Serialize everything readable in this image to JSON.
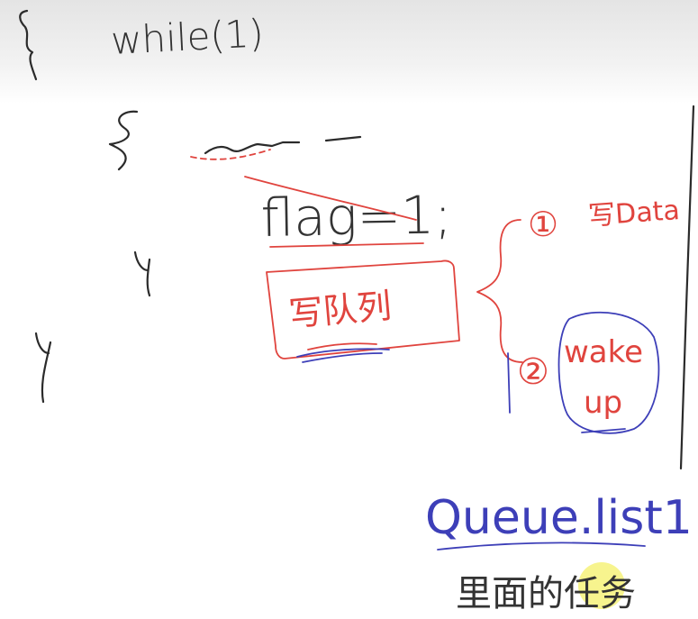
{
  "code": {
    "loop_keyword": "while(1)",
    "statement": "flag=1;"
  },
  "annotations": {
    "box_label": "写队列",
    "step_one_marker": "①",
    "step_one_text": "写Data",
    "step_two_marker": "②",
    "step_two_line1": "wake",
    "step_two_line2": "up"
  },
  "footer": {
    "title": "Queue.list1",
    "subtitle": "里面的任务"
  },
  "colors": {
    "ink_black": "#2b2b2b",
    "ink_red": "#e0443e",
    "ink_blue": "#3d3fb8",
    "cursor_highlight": "#f6f27a"
  }
}
